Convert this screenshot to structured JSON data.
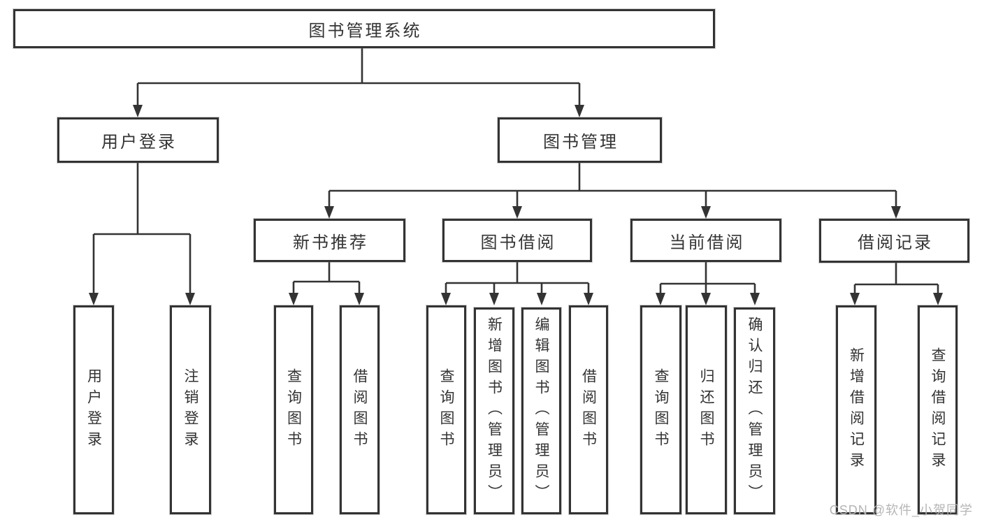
{
  "diagram": {
    "type": "hierarchy-flowchart",
    "nodes": {
      "root": "图书管理系统",
      "user_login": "用户登录",
      "book_mgmt": "图书管理",
      "new_book_rec": "新书推荐",
      "book_borrow": "图书借阅",
      "current_borrow": "当前借阅",
      "borrow_record": "借阅记录",
      "leaf_user_login": "用户登录",
      "leaf_logout": "注销登录",
      "leaf_query_books_1": "查询图书",
      "leaf_borrow_books_1": "借阅图书",
      "leaf_query_books_2": "查询图书",
      "leaf_add_books": "新增图书（管理员）",
      "leaf_edit_books": "编辑图书（管理员）",
      "leaf_borrow_books_2": "借阅图书",
      "leaf_query_books_3": "查询图书",
      "leaf_return_books": "归还图书",
      "leaf_confirm_return": "确认归还（管理员）",
      "leaf_add_record": "新增借阅记录",
      "leaf_query_record": "查询借阅记录"
    },
    "hierarchy": {
      "图书管理系统": {
        "用户登录": [
          "用户登录",
          "注销登录"
        ],
        "图书管理": {
          "新书推荐": [
            "查询图书",
            "借阅图书"
          ],
          "图书借阅": [
            "查询图书",
            "新增图书（管理员）",
            "编辑图书（管理员）",
            "借阅图书"
          ],
          "当前借阅": [
            "查询图书",
            "归还图书",
            "确认归还（管理员）"
          ],
          "借阅记录": [
            "新增借阅记录",
            "查询借阅记录"
          ]
        }
      }
    },
    "colors": {
      "line": "#333333",
      "text": "#333333",
      "box_background": "#ffffff",
      "page_background": "#ffffff",
      "watermark": "#b5b5b5"
    },
    "watermark": "CSDN @软件_小贺同学"
  }
}
